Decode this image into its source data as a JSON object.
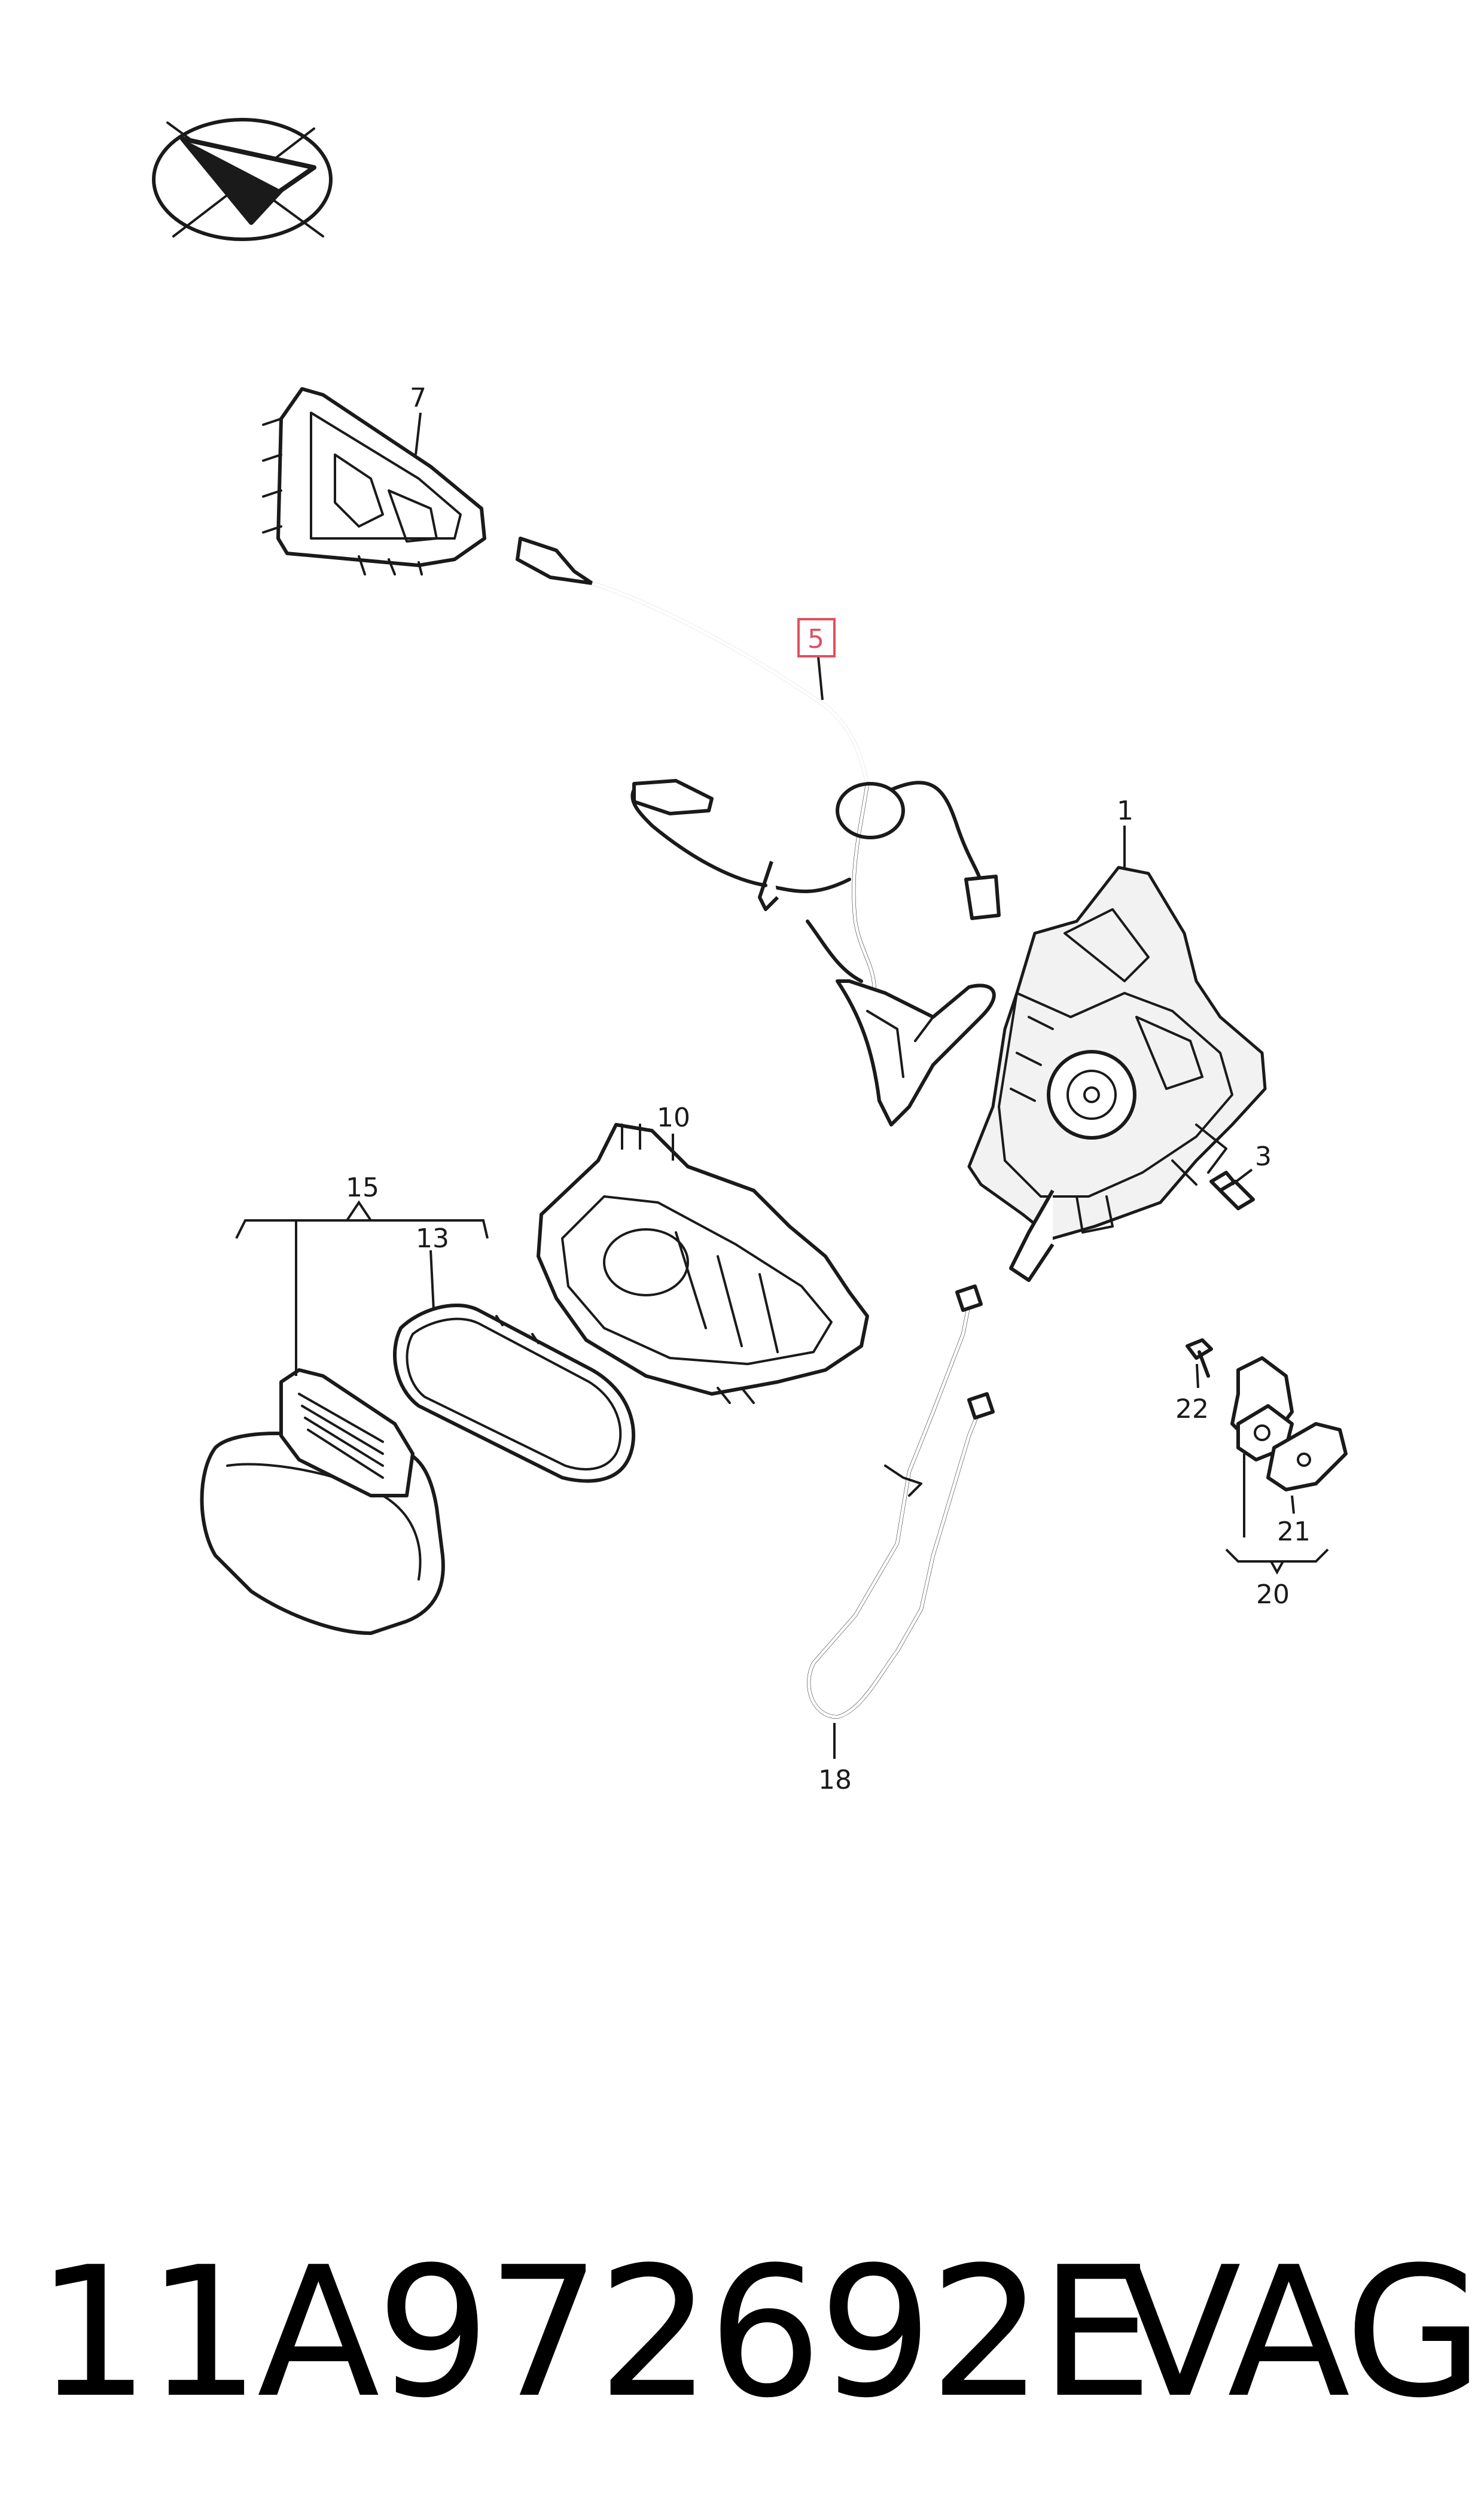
{
  "logo": {
    "icon": "compass-arrow-icon"
  },
  "callouts": [
    {
      "id": "c1",
      "label": "1"
    },
    {
      "id": "c3",
      "label": "3"
    },
    {
      "id": "c5",
      "label": "5",
      "highlight_color": "#e05060"
    },
    {
      "id": "c7",
      "label": "7"
    },
    {
      "id": "c10",
      "label": "10"
    },
    {
      "id": "c13",
      "label": "13"
    },
    {
      "id": "c15",
      "label": "15"
    },
    {
      "id": "c18",
      "label": "18"
    },
    {
      "id": "c20",
      "label": "20"
    },
    {
      "id": "c21",
      "label": "21"
    },
    {
      "id": "c22",
      "label": "22"
    }
  ],
  "footer": {
    "part_number": "11A972692E",
    "brand": "VAG"
  }
}
